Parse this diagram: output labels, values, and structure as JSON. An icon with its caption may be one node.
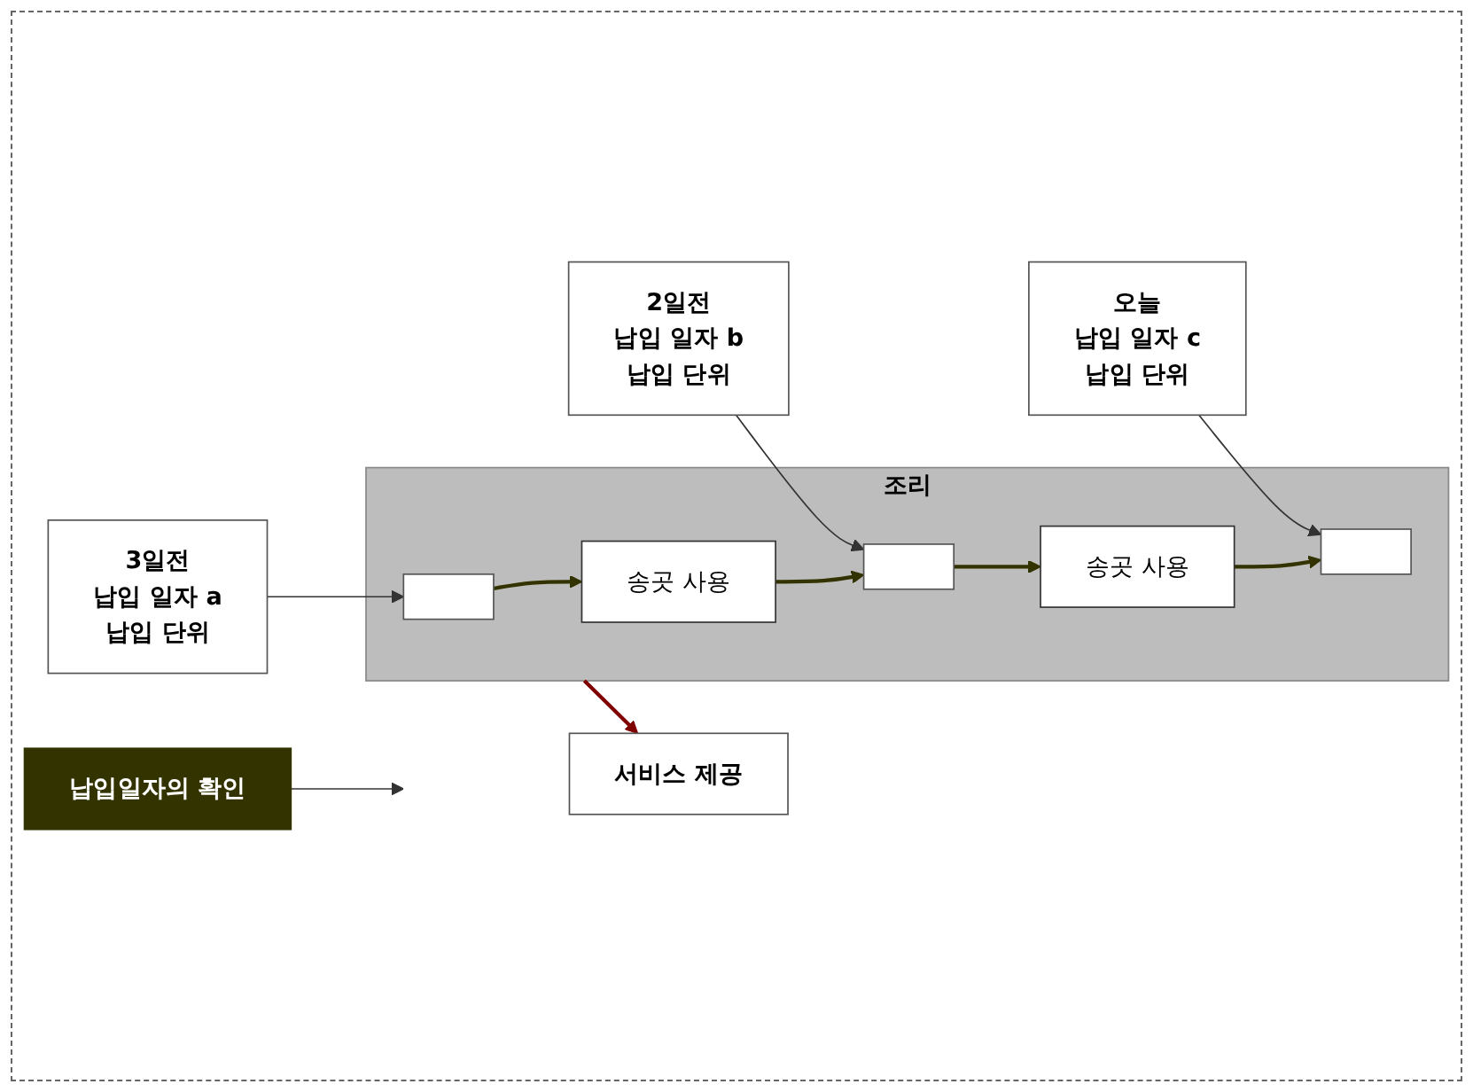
{
  "diagram": {
    "nodes": [
      {
        "text": [
          "3일전",
          "납입 일자 a",
          "납입 단위"
        ]
      },
      {
        "text": [
          "2일전",
          "납입 일자 b",
          "납입 단위"
        ]
      },
      {
        "text": [
          "오늘",
          "납입 일자 c",
          "납입 단위"
        ]
      },
      {
        "text": [
          "조리"
        ]
      },
      {
        "text": [],
        "shape": "box",
        "in": 3
      },
      {
        "text": [
          "송곳 사용"
        ],
        "in": 3
      },
      {
        "text": [],
        "shape": "box",
        "in": 3
      },
      {
        "text": [
          "송곳 사용"
        ],
        "in": 3
      },
      {
        "text": [],
        "shape": "box",
        "in": 3
      },
      {
        "text": [
          "서비스 제공"
        ]
      },
      {
        "text": [
          "납입일자의 확인"
        ]
      }
    ],
    "edges": [
      {
        "from": 0,
        "to": 4,
        "arrow": "to"
      },
      {
        "from": 1,
        "to": 6,
        "arrow": "to"
      },
      {
        "from": 2,
        "to": 8,
        "arrow": "to"
      },
      {
        "from": 4,
        "to": 5,
        "arrow": "to",
        "color": "#333300"
      },
      {
        "from": 5,
        "to": 6,
        "arrow": "to",
        "color": "#333300"
      },
      {
        "from": 6,
        "to": 7,
        "arrow": "to",
        "color": "#333300"
      },
      {
        "from": 7,
        "to": 8,
        "arrow": "to",
        "color": "#333300"
      },
      {
        "from": 3,
        "to": 9,
        "arrow": "to",
        "color": "#800000"
      },
      {
        "from": 10,
        "to": null,
        "arrow": "to"
      }
    ]
  }
}
